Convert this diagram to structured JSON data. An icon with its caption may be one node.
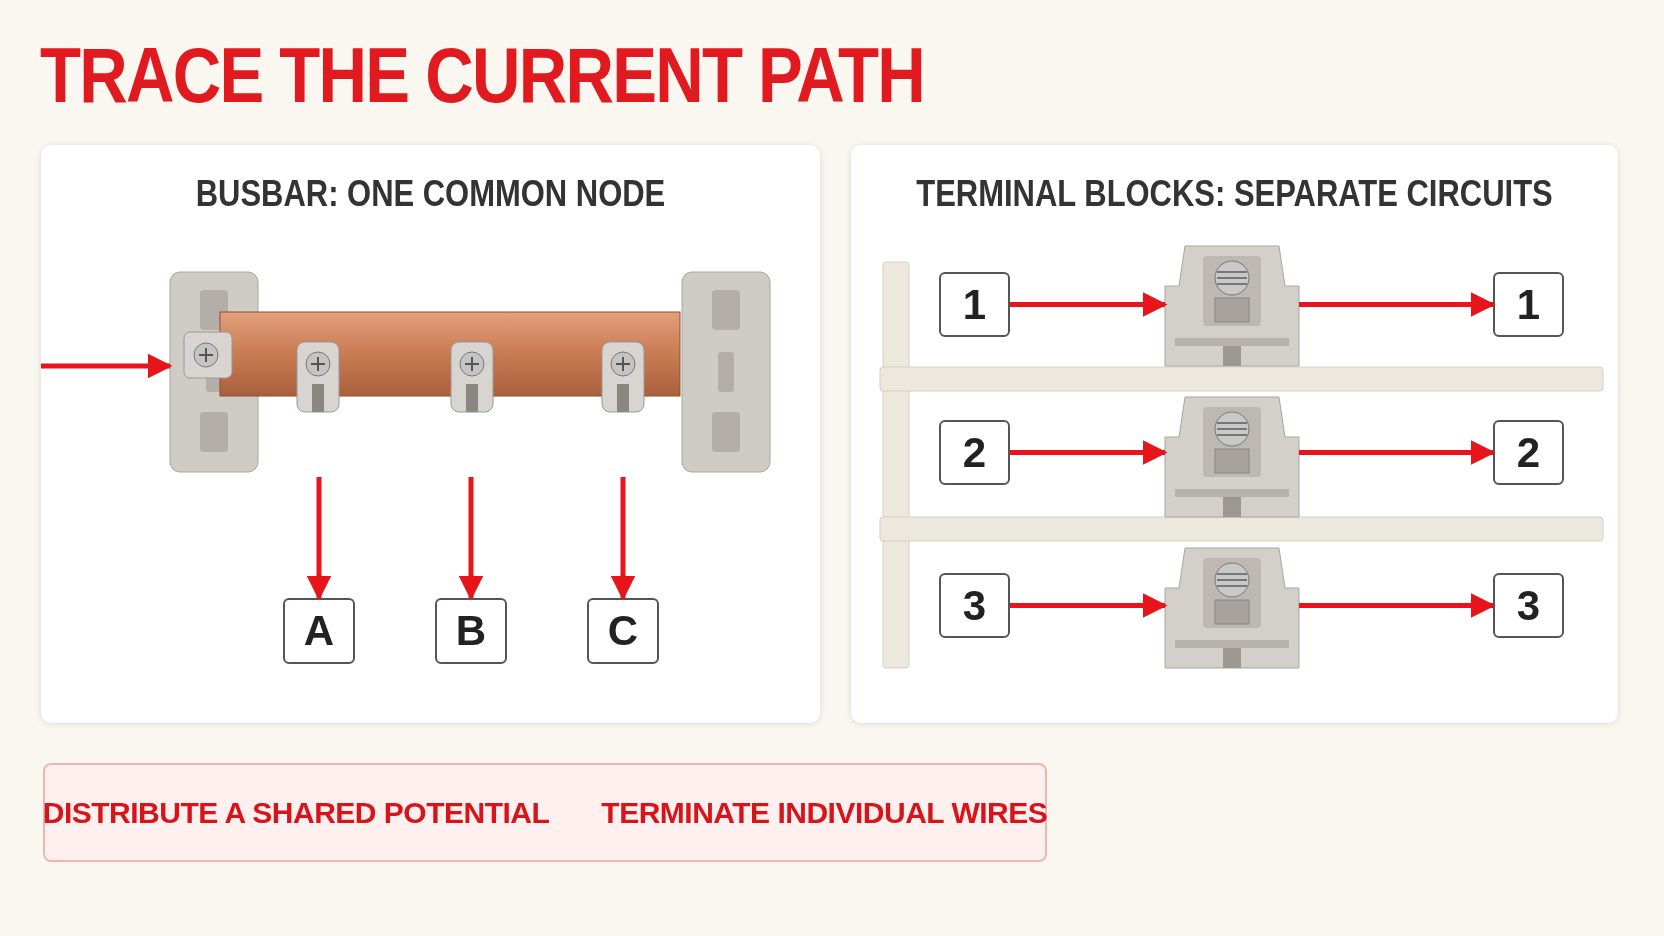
{
  "diagram": {
    "title": "TRACE THE CURRENT PATH",
    "nodes": [
      {
        "text": [
          "BUSBAR: ONE COMMON NODE"
        ]
      },
      {
        "text": [],
        "shape": "picture",
        "in": 0
      },
      {
        "text": [
          "A"
        ],
        "in": 0
      },
      {
        "text": [
          "B"
        ],
        "in": 0
      },
      {
        "text": [
          "C"
        ],
        "in": 0
      },
      {
        "text": [
          "TERMINAL BLOCKS: SEPARATE CIRCUITS"
        ]
      },
      {
        "text": [
          "1"
        ],
        "in": 5
      },
      {
        "text": [],
        "shape": "picture",
        "in": 5
      },
      {
        "text": [
          "1"
        ],
        "in": 5
      },
      {
        "text": [
          "2"
        ],
        "in": 5
      },
      {
        "text": [],
        "shape": "picture",
        "in": 5
      },
      {
        "text": [
          "2"
        ],
        "in": 5
      },
      {
        "text": [
          "3"
        ],
        "in": 5
      },
      {
        "text": [],
        "shape": "picture",
        "in": 5
      },
      {
        "text": [
          "3"
        ],
        "in": 5
      },
      {
        "text": [
          "DISTRIBUTE A SHARED POTENTIAL",
          "TERMINATE INDIVIDUAL WIRES"
        ]
      }
    ],
    "edges": [
      {
        "from": null,
        "to": 1,
        "arrow": "to"
      },
      {
        "from": 1,
        "to": 2,
        "arrow": "to"
      },
      {
        "from": 1,
        "to": 3,
        "arrow": "to"
      },
      {
        "from": 1,
        "to": 4,
        "arrow": "to"
      },
      {
        "from": 6,
        "to": 7,
        "arrow": "to"
      },
      {
        "from": 7,
        "to": 8,
        "arrow": "to"
      },
      {
        "from": 9,
        "to": 10,
        "arrow": "to"
      },
      {
        "from": 10,
        "to": 11,
        "arrow": "to"
      },
      {
        "from": 12,
        "to": 13,
        "arrow": "to"
      },
      {
        "from": 13,
        "to": 14,
        "arrow": "to"
      }
    ]
  }
}
